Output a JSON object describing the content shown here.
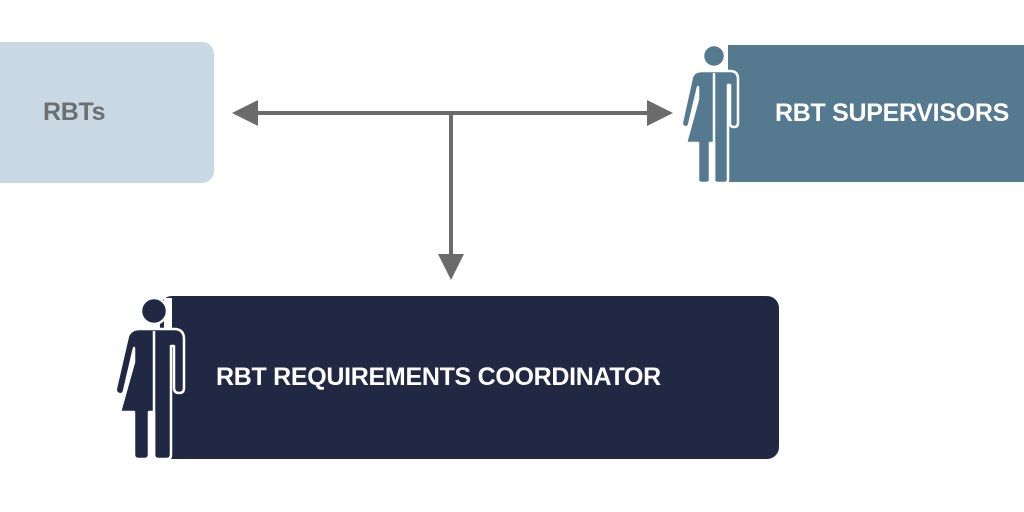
{
  "colors": {
    "rbts_box": "#c9d8e2",
    "rbts_text": "#6b6f72",
    "supervisors_box": "#557a90",
    "supervisors_text": "#ffffff",
    "coordinator_box": "#212844",
    "coordinator_text": "#ffffff",
    "arrow": "#6b6b6b"
  },
  "nodes": {
    "rbts": {
      "label": "RBTs"
    },
    "supervisors": {
      "label": "RBT SUPERVISORS",
      "icon": "person-icon"
    },
    "coordinator": {
      "label": "RBT REQUIREMENTS COORDINATOR",
      "icon": "person-icon"
    }
  },
  "edges": [
    {
      "from": "coordinator",
      "to": "rbts",
      "directed": true
    },
    {
      "from": "coordinator",
      "to": "supervisors",
      "directed": true
    },
    {
      "from": "rbts",
      "to": "coordinator",
      "directed": true
    }
  ]
}
